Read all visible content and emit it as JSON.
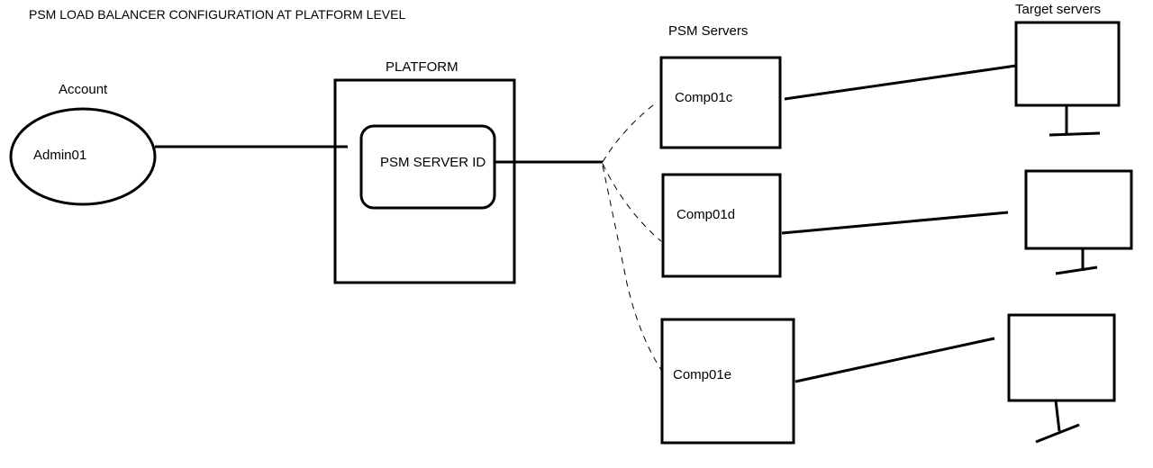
{
  "diagram": {
    "title": "PSM LOAD BALANCER CONFIGURATION AT PLATFORM LEVEL",
    "account": {
      "heading": "Account",
      "name": "Admin01"
    },
    "platform": {
      "heading": "PLATFORM",
      "inner_label": "PSM SERVER ID"
    },
    "psm_servers": {
      "heading": "PSM Servers",
      "servers": [
        "Comp01c",
        "Comp01d",
        "Comp01e"
      ]
    },
    "target_servers": {
      "heading": "Target servers"
    }
  }
}
